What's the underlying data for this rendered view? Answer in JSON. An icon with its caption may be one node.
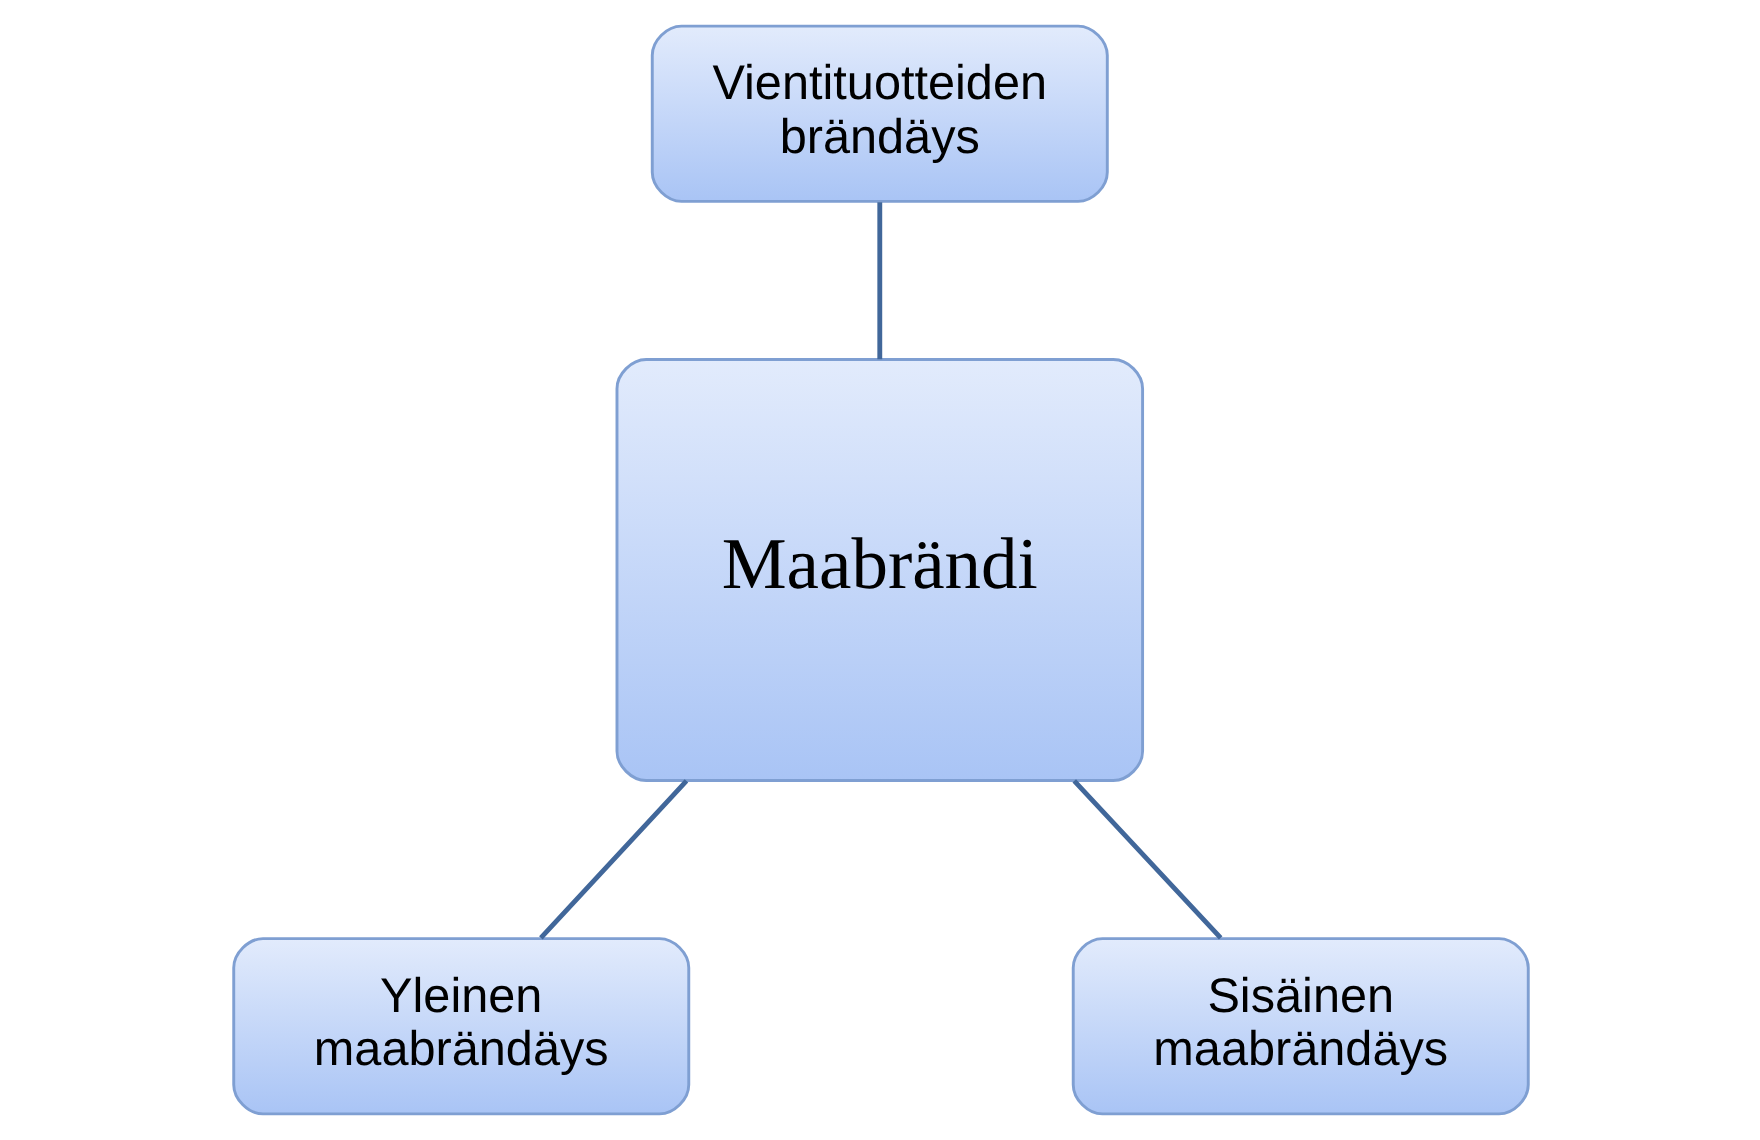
{
  "diagram": {
    "nodes": [
      {
        "text": [
          "Vientituotteiden brändäys"
        ]
      },
      {
        "text": [
          "Maabrändi"
        ]
      },
      {
        "text": [
          "Yleinen maabrändäys"
        ]
      },
      {
        "text": [
          "Sisäinen maabrändäys"
        ]
      }
    ],
    "edges": [
      {
        "from": 0,
        "to": 1,
        "arrow": "none"
      },
      {
        "from": 1,
        "to": 2,
        "arrow": "none"
      },
      {
        "from": 1,
        "to": 3,
        "arrow": "none"
      }
    ]
  }
}
